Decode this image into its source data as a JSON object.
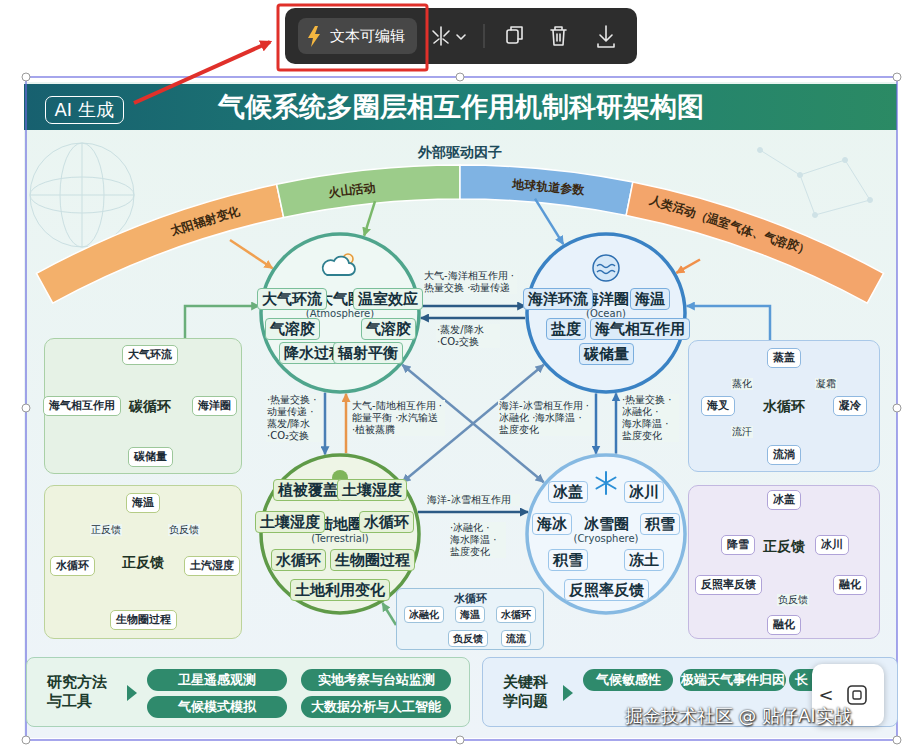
{
  "diagram": {
    "title": "气候系统多圈层相互作用机制科研架构图",
    "nodes": [
      {
        "text": [
          "文本可编辑"
        ]
      },
      {
        "text": [
          "AI 生成"
        ]
      },
      {
        "text": [
          "太阳辐射变化"
        ]
      },
      {
        "text": [
          "火山活动"
        ]
      },
      {
        "text": [
          "地球轨道参数"
        ]
      },
      {
        "text": [
          "人类活动（温室气体、气溶胶）"
        ]
      },
      {
        "text": [
          "大气圈",
          "(Atmosphere)"
        ]
      },
      {
        "text": [
          "大气环流"
        ],
        "in": 6
      },
      {
        "text": [
          "温室效应"
        ],
        "in": 6
      },
      {
        "text": [
          "气溶胶"
        ],
        "in": 6
      },
      {
        "text": [
          "气溶胶"
        ],
        "in": 6
      },
      {
        "text": [
          "降水过程"
        ],
        "in": 6
      },
      {
        "text": [
          "辐射平衡"
        ],
        "in": 6
      },
      {
        "text": [
          "海洋圈",
          "(Ocean)"
        ]
      },
      {
        "text": [
          "海洋环流"
        ],
        "in": 13
      },
      {
        "text": [
          "海温"
        ],
        "in": 13
      },
      {
        "text": [
          "盐度"
        ],
        "in": 13
      },
      {
        "text": [
          "海气相互作用"
        ],
        "in": 13
      },
      {
        "text": [
          "碳储量"
        ],
        "in": 13
      },
      {
        "text": [
          "碳循环"
        ]
      },
      {
        "text": [
          "大气环流"
        ],
        "in": 19
      },
      {
        "text": [
          "海洋圈"
        ],
        "in": 19
      },
      {
        "text": [
          "碳储量"
        ],
        "in": 19
      },
      {
        "text": [
          "海气相互作用"
        ],
        "in": 19
      },
      {
        "text": [
          "水循环"
        ]
      },
      {
        "text": [
          "蒸盖"
        ],
        "in": 24
      },
      {
        "text": [
          "凝冷"
        ],
        "in": 24
      },
      {
        "text": [
          "流淌"
        ],
        "in": 24
      },
      {
        "text": [
          "海叉"
        ],
        "in": 24
      },
      {
        "text": [
          "陆地圈",
          "(Terrestrial)"
        ]
      },
      {
        "text": [
          "植被覆盖"
        ],
        "in": 29
      },
      {
        "text": [
          "土壤湿度"
        ],
        "in": 29
      },
      {
        "text": [
          "土壤湿度"
        ],
        "in": 29
      },
      {
        "text": [
          "水循环"
        ],
        "in": 29
      },
      {
        "text": [
          "水循环"
        ],
        "in": 29
      },
      {
        "text": [
          "生物圈过程"
        ],
        "in": 29
      },
      {
        "text": [
          "土地利用变化"
        ],
        "in": 29
      },
      {
        "text": [
          "冰雪圈",
          "(Cryosphere)"
        ]
      },
      {
        "text": [
          "冰盖"
        ],
        "in": 37
      },
      {
        "text": [
          "冰川"
        ],
        "in": 37
      },
      {
        "text": [
          "海冰"
        ],
        "in": 37
      },
      {
        "text": [
          "积雪"
        ],
        "in": 37
      },
      {
        "text": [
          "积雪"
        ],
        "in": 37
      },
      {
        "text": [
          "冻土"
        ],
        "in": 37
      },
      {
        "text": [
          "反照率反馈"
        ],
        "in": 37
      },
      {
        "text": [
          "正反馈"
        ]
      },
      {
        "text": [
          "海温"
        ],
        "in": 45
      },
      {
        "text": [
          "土汽湿度"
        ],
        "in": 45
      },
      {
        "text": [
          "生物圈过程"
        ],
        "in": 45
      },
      {
        "text": [
          "水循环"
        ],
        "in": 45
      },
      {
        "text": [
          "正反馈"
        ]
      },
      {
        "text": [
          "冰盖"
        ],
        "in": 50
      },
      {
        "text": [
          "降雪"
        ],
        "in": 50
      },
      {
        "text": [
          "冰川"
        ],
        "in": 50
      },
      {
        "text": [
          "反照率反馈"
        ],
        "in": 50
      },
      {
        "text": [
          "融化"
        ],
        "in": 50
      },
      {
        "text": [
          "融化"
        ],
        "in": 50
      },
      {
        "text": [
          "水循环"
        ]
      },
      {
        "text": [
          "冰融化"
        ],
        "in": 57
      },
      {
        "text": [
          "海温"
        ],
        "in": 57
      },
      {
        "text": [
          "水循环"
        ],
        "in": 57
      },
      {
        "text": [
          "负反馈"
        ],
        "in": 57
      },
      {
        "text": [
          "流流"
        ],
        "in": 57
      },
      {
        "text": [
          "研究方法与工具"
        ]
      },
      {
        "text": [
          "卫星遥感观测"
        ],
        "in": 63
      },
      {
        "text": [
          "实地考察与台站监测"
        ],
        "in": 63
      },
      {
        "text": [
          "气候模式模拟"
        ],
        "in": 63
      },
      {
        "text": [
          "大数据分析与人工智能"
        ],
        "in": 63
      },
      {
        "text": [
          "关键科学问题"
        ]
      },
      {
        "text": [
          "气候敏感性"
        ],
        "in": 68
      },
      {
        "text": [
          "极端天气事件归因"
        ],
        "in": 68
      },
      {
        "text": [
          "长"
        ],
        "in": 68
      }
    ],
    "edges": [
      {
        "from": 6,
        "to": 13,
        "arrow": "to",
        "label": "大气-海洋相互作用 ·热量交换 ·动量传递"
      },
      {
        "from": 13,
        "to": 6,
        "arrow": "to",
        "label": "·蒸发/降水 ·CO₂交换"
      },
      {
        "from": 6,
        "to": 29,
        "arrow": "to",
        "label": "·热量交换 ·动量传递 ·蒸发/降水 ·CO₂交换"
      },
      {
        "from": 29,
        "to": 6,
        "arrow": "to",
        "label": "大气-陆地相互作用 ·能量平衡 ·水汽输送 ·植被蒸腾"
      },
      {
        "from": 13,
        "to": 37,
        "arrow": "to",
        "label": "海洋-冰雪相互作用 ·冰融化 ·海水降温 ·盐度变化"
      },
      {
        "from": 37,
        "to": 13,
        "arrow": "to",
        "label": "·热量交换 ·冰融化 ·海水降温 ·盐度变化"
      },
      {
        "from": 29,
        "to": 37,
        "arrow": "to",
        "label": "海洋-冰雪相互作用"
      },
      {
        "from": 6,
        "to": 37,
        "arrow": "both"
      },
      {
        "from": 13,
        "to": 29,
        "arrow": "both"
      },
      {
        "from": 2,
        "to": 6,
        "arrow": "to"
      },
      {
        "from": 3,
        "to": 6,
        "arrow": "to"
      },
      {
        "from": 4,
        "to": 13,
        "arrow": "to"
      },
      {
        "from": 5,
        "to": 13,
        "arrow": "to"
      },
      {
        "from": 19,
        "to": 6,
        "arrow": "to"
      },
      {
        "from": 24,
        "to": 13,
        "arrow": "to"
      },
      {
        "from": 57,
        "to": 29,
        "arrow": "to"
      },
      {
        "from": 20,
        "to": 21,
        "arrow": "to"
      },
      {
        "from": 21,
        "to": 22,
        "arrow": "to"
      },
      {
        "from": 22,
        "to": 23,
        "arrow": "to"
      },
      {
        "from": 23,
        "to": 20,
        "arrow": "to"
      },
      {
        "from": 28,
        "to": 25,
        "arrow": "to",
        "label": "蒸化"
      },
      {
        "from": 25,
        "to": 26,
        "arrow": "to",
        "label": "凝霜"
      },
      {
        "from": 26,
        "to": 27,
        "arrow": "to"
      },
      {
        "from": 27,
        "to": 28,
        "arrow": "to",
        "label": "流汗"
      },
      {
        "from": 49,
        "to": 46,
        "arrow": "to",
        "label": "正反馈"
      },
      {
        "from": 46,
        "to": 47,
        "arrow": "to",
        "label": "负反馈"
      },
      {
        "from": 47,
        "to": 48,
        "arrow": "to"
      },
      {
        "from": 48,
        "to": 49,
        "arrow": "to"
      },
      {
        "from": 52,
        "to": 51,
        "arrow": "to"
      },
      {
        "from": 51,
        "to": 53,
        "arrow": "to"
      },
      {
        "from": 53,
        "to": 55,
        "arrow": "to"
      },
      {
        "from": 55,
        "to": 54,
        "arrow": "to",
        "label": "负反馈"
      },
      {
        "from": 55,
        "to": 56,
        "arrow": "to"
      },
      {
        "from": 54,
        "to": 52,
        "arrow": "to"
      },
      {
        "from": 58,
        "to": 59,
        "arrow": "to"
      },
      {
        "from": 59,
        "to": 60,
        "arrow": "to"
      },
      {
        "from": 60,
        "to": 62,
        "arrow": "to"
      },
      {
        "from": 62,
        "to": 61,
        "arrow": "to"
      },
      {
        "from": 61,
        "to": 58,
        "arrow": "to"
      }
    ],
    "labels": [
      "外部驱动因子",
      "·冰融化 ·海水降温 ·盐度变化",
      "<",
      "掘金技术社区 @ 贴仔AI实战"
    ]
  }
}
